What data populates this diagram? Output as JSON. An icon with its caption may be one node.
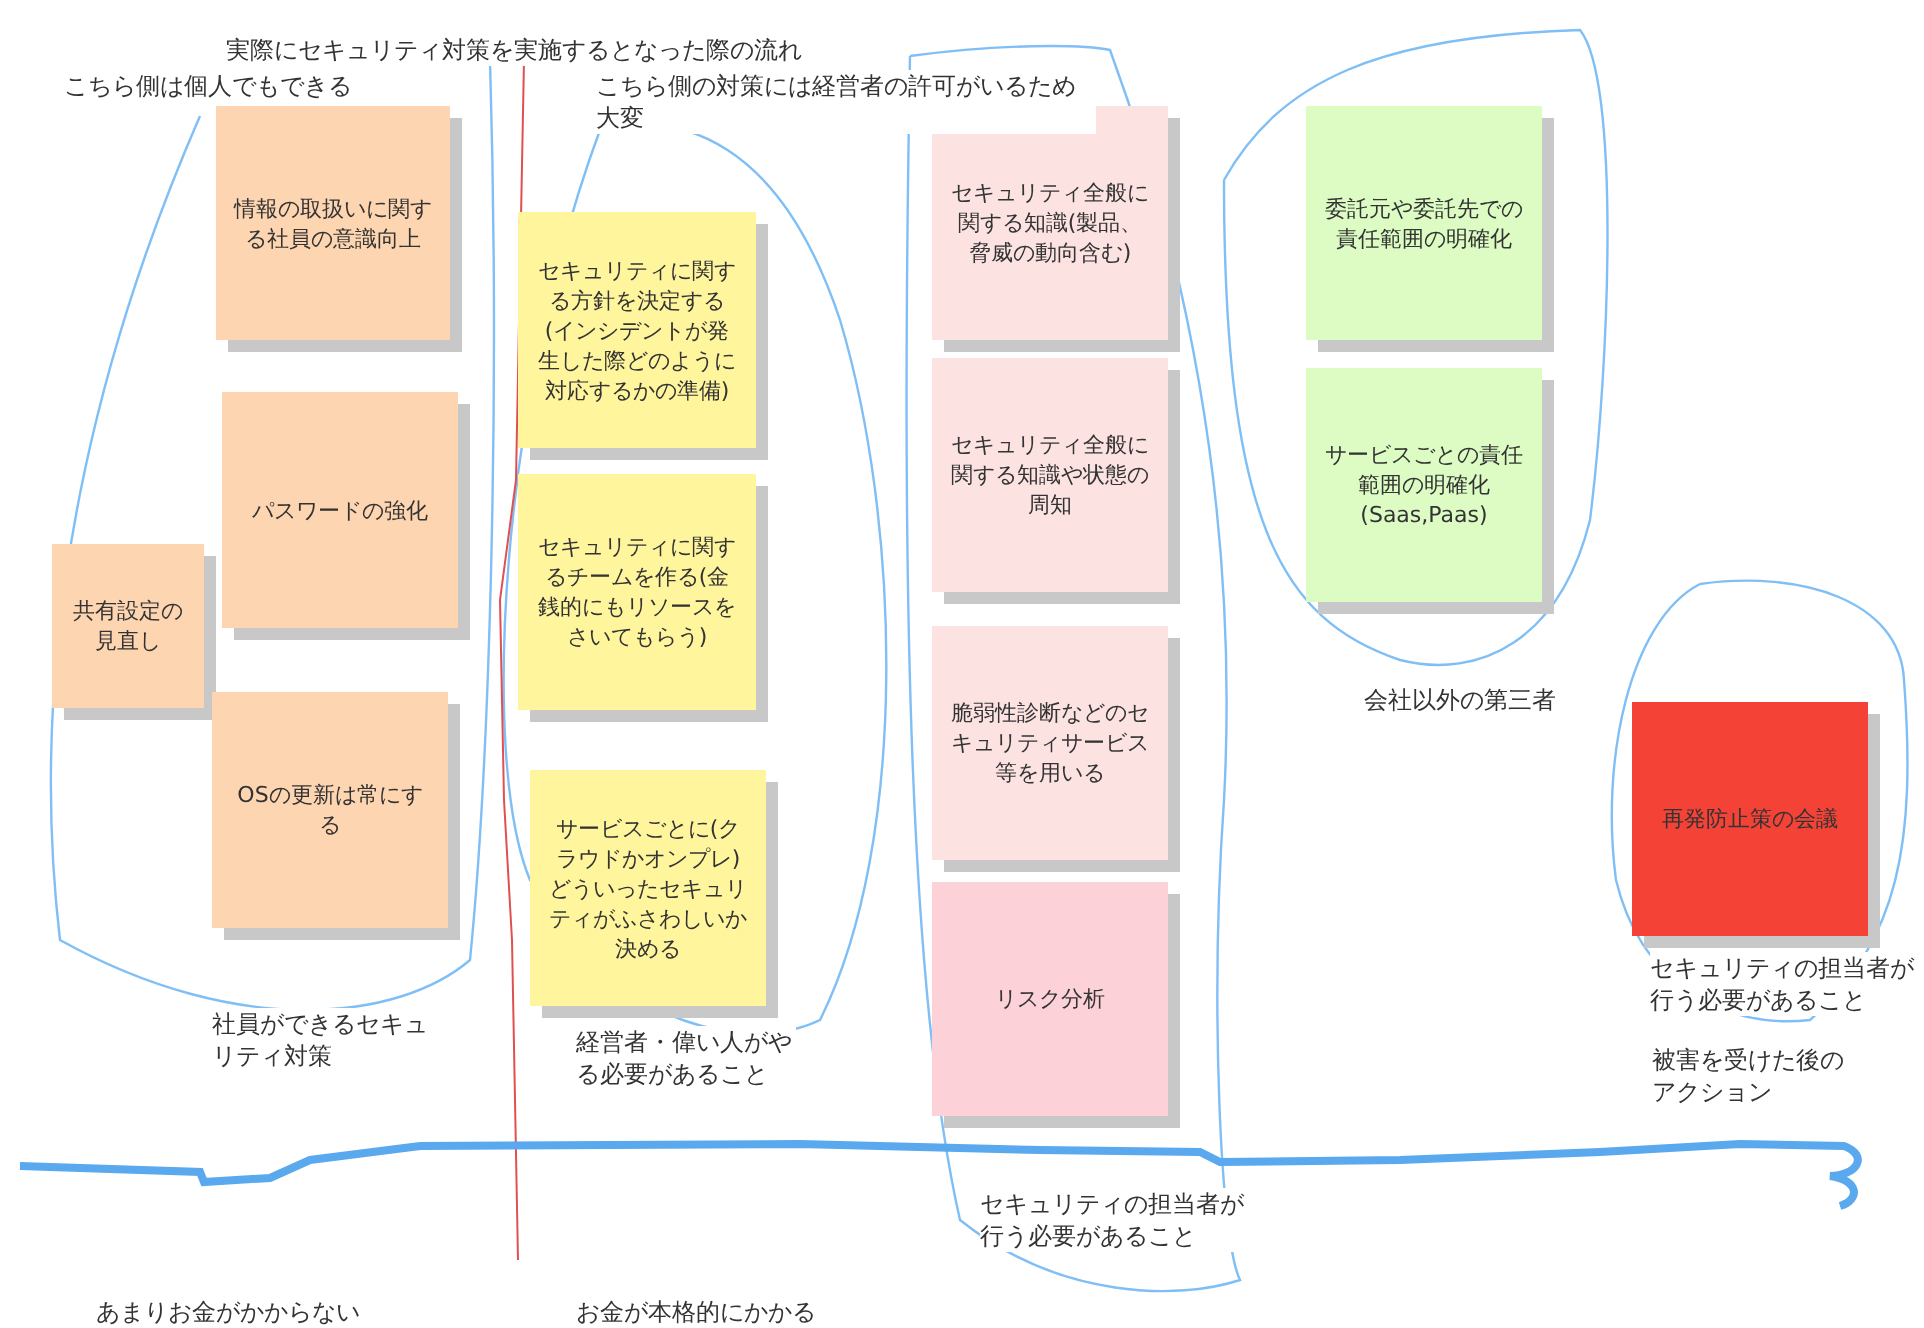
{
  "diagram": {
    "title": "実際にセキュリティ対策を実施するとなった際の流れ",
    "nodes": [
      {
        "text": [
          "情報の取扱いに関する社員の意識向上"
        ]
      },
      {
        "text": [
          "パスワードの強化"
        ]
      },
      {
        "text": [
          "共有設定の見直し"
        ]
      },
      {
        "text": [
          "OSの更新は常にする"
        ]
      },
      {
        "text": [
          "セキュリティに関する方針を決定する(インシデントが発生した際どのように対応するかの準備)"
        ]
      },
      {
        "text": [
          "セキュリティに関するチームを作る(金銭的にもリソースをさいてもらう)"
        ]
      },
      {
        "text": [
          "サービスごとに(クラウドかオンプレ)どういったセキュリティがふさわしいか決める"
        ]
      },
      {
        "text": [
          "セキュリティ全般に関する知識(製品、脅威の動向含む)"
        ]
      },
      {
        "text": [
          "セキュリティ全般に関する知識や状態の周知"
        ]
      },
      {
        "text": [
          "脆弱性診断などのセキュリティサービス等を用いる"
        ]
      },
      {
        "text": [
          "リスク分析"
        ]
      },
      {
        "text": [
          "委託元や委託先での責任範囲の明確化"
        ]
      },
      {
        "text": [
          "サービスごとの責任範囲の明確化(Saas,Paas)"
        ]
      },
      {
        "text": [
          "再発防止策の会議"
        ]
      }
    ],
    "labels": [
      "こちら側は個人でもできる",
      "こちら側の対策には経営者の許可がいるため大変",
      "会社以外の第三者",
      "社員ができるセキュリティ対策",
      "経営者・偉い人がやる必要があること",
      "セキュリティの担当者が行う必要があること",
      "被害を受けた後のアクション",
      "セキュリティの担当者が行う必要があること",
      "あまりお金がかからない",
      "お金が本格的にかかる"
    ]
  }
}
